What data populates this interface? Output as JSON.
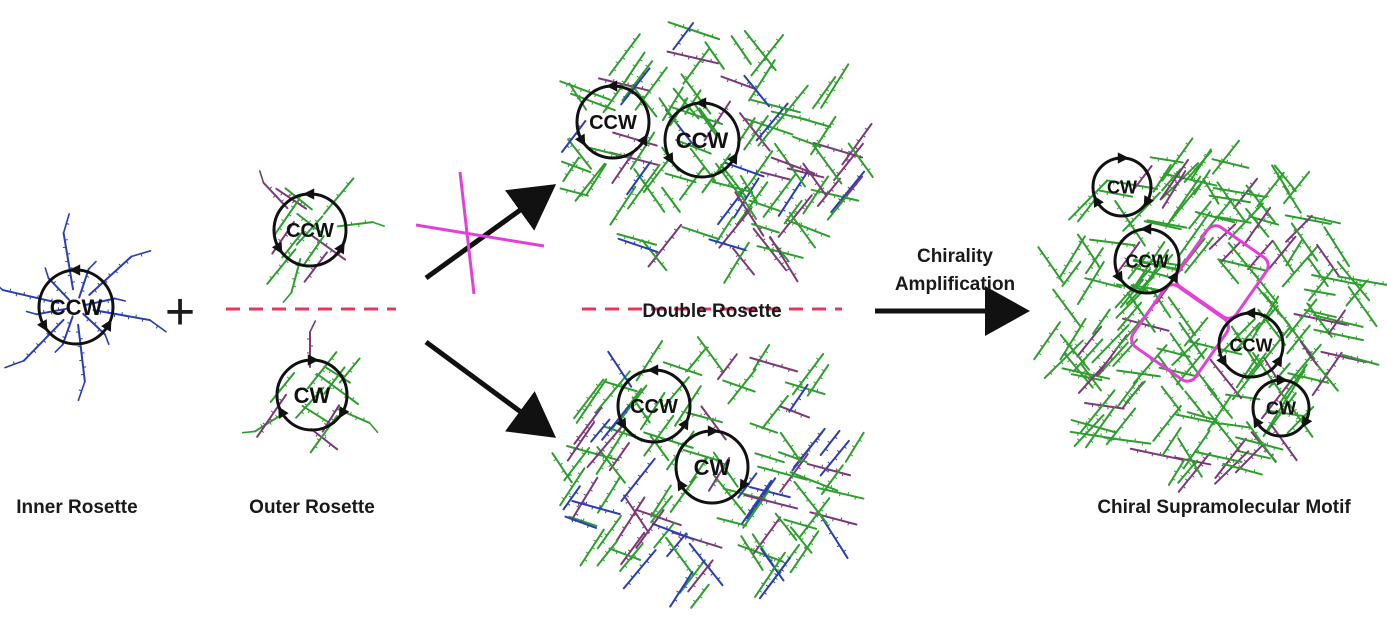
{
  "labels": {
    "inner_rosette": "Inner Rosette",
    "outer_rosette": "Outer Rosette",
    "double_rosette": "Double Rosette",
    "chirality": "Chirality",
    "amplification": "Amplification",
    "motif": "Chiral Supramolecular Motif",
    "plus": "+"
  },
  "rings": {
    "inner": "CCW",
    "outer_top": "CCW",
    "outer_bottom": "CW",
    "double_top_a": "CCW",
    "double_top_b": "CCW",
    "double_bottom_a": "CCW",
    "double_bottom_b": "CW",
    "motif_1": "CW",
    "motif_2": "CCW",
    "motif_3": "CCW",
    "motif_4": "CW"
  },
  "colors": {
    "green": "#2e9e2e",
    "blue": "#2a3fb0",
    "purple": "#7a3a78",
    "magenta": "#e43fd6",
    "red_dash": "#e8355f",
    "black": "#111111"
  }
}
